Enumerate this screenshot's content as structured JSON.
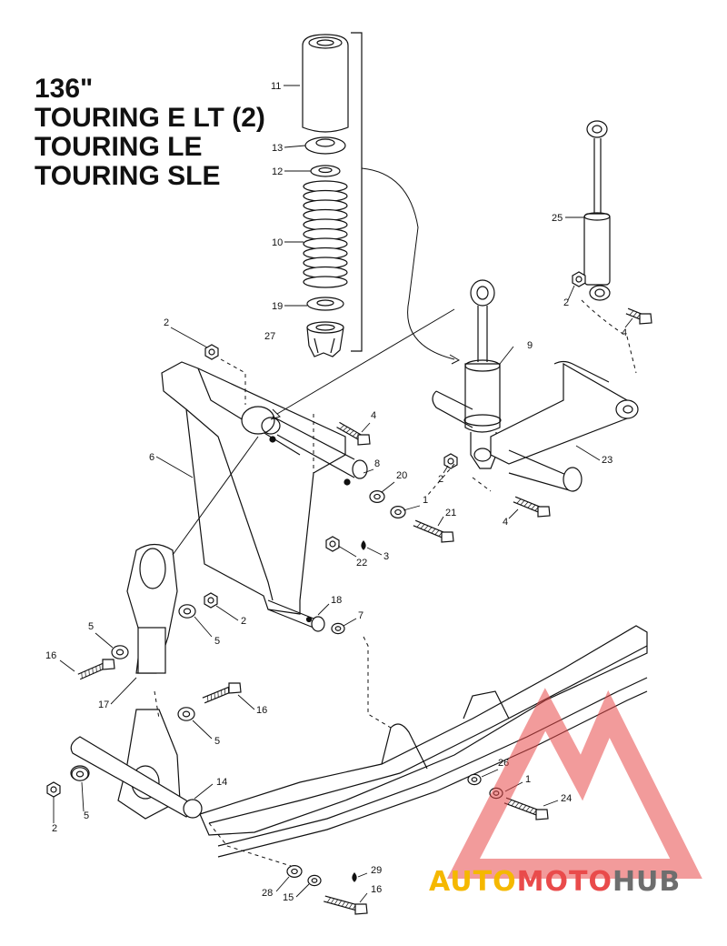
{
  "title_lines": [
    "136\"",
    "TOURING E LT (2)",
    "TOURING LE",
    "TOURING SLE"
  ],
  "callouts": [
    "1",
    "2",
    "3",
    "4",
    "5",
    "6",
    "7",
    "8",
    "9",
    "10",
    "11",
    "12",
    "13",
    "14",
    "15",
    "16",
    "17",
    "18",
    "19",
    "20",
    "21",
    "22",
    "23",
    "24",
    "25",
    "26",
    "27",
    "28",
    "29"
  ],
  "watermark": {
    "text_a": "AUTO",
    "text_b": "MOTO",
    "text_c": "HUB",
    "color_a": "#f5b800",
    "color_b": "#e94b4b",
    "color_c": "#6e6e6e"
  },
  "colors": {
    "line": "#111111",
    "logo_red": "#e84848"
  }
}
